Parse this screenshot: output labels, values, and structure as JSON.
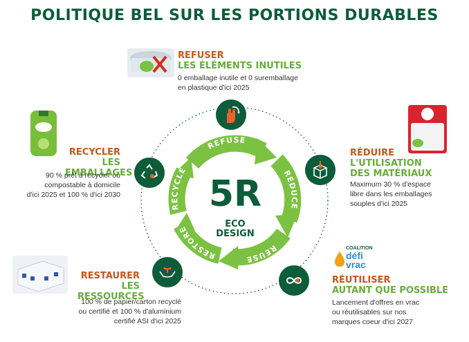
{
  "title": "POLITIQUE BEL SUR LES PORTIONS DURABLES",
  "center": {
    "main": "5R",
    "sub_line1": "ECO",
    "sub_line2": "DESIGN"
  },
  "cycle_labels": [
    "REFUSE",
    "REDUCE",
    "REUSE",
    "RESTORE",
    "RECYCLE"
  ],
  "sections": {
    "refuser": {
      "head1": "REFUSER",
      "head2": "LES ÉLÉMENTS INUTILES",
      "desc1": "0 emballage inutile et 0 suremballage",
      "desc2": "en plastique d'ici 2025",
      "icon": "hand-refuse-icon"
    },
    "reduire": {
      "head1": "RÉDUIRE",
      "head2": "L'UTILISATION",
      "head3": "DES MATÉRIAUX",
      "desc1": "Maximum 30 % d'espace",
      "desc2": "libre dans les emballages",
      "desc3": "souples d'ici 2025",
      "icon": "box-reduce-icon"
    },
    "reutiliser": {
      "head1": "RÉUTILISER",
      "head2": "AUTANT QUE POSSIBLE",
      "desc1": "Lancement d'offres en vrac",
      "desc2": "ou réutilisables sur nos",
      "desc3": "marques coeur d'ici 2027",
      "icon": "infinity-reuse-icon"
    },
    "restaurer": {
      "head1": "RESTAURER",
      "head2": "LES RESSOURCES",
      "desc1": "100 % de papier/carton recyclé",
      "desc2": "ou certifié et 100 % d'aluminium",
      "desc3": "certifié ASI d'ici 2025",
      "icon": "hands-plant-icon"
    },
    "recycler": {
      "head1": "RECYCLER",
      "head2": "LES EMBALLAGES",
      "desc1": "90 % prêt à recycler ou",
      "desc2": "compostable à domicile",
      "desc3": "d'ici 2025 et 100 % d'ici 2030",
      "icon": "recycle-arrows-icon"
    }
  },
  "coalition": {
    "line1": "COALITION",
    "line2": "défi",
    "line3": "vrac"
  },
  "colors": {
    "dark_green": "#0d5c3a",
    "light_green": "#7cc242",
    "orange": "#c3571b"
  }
}
